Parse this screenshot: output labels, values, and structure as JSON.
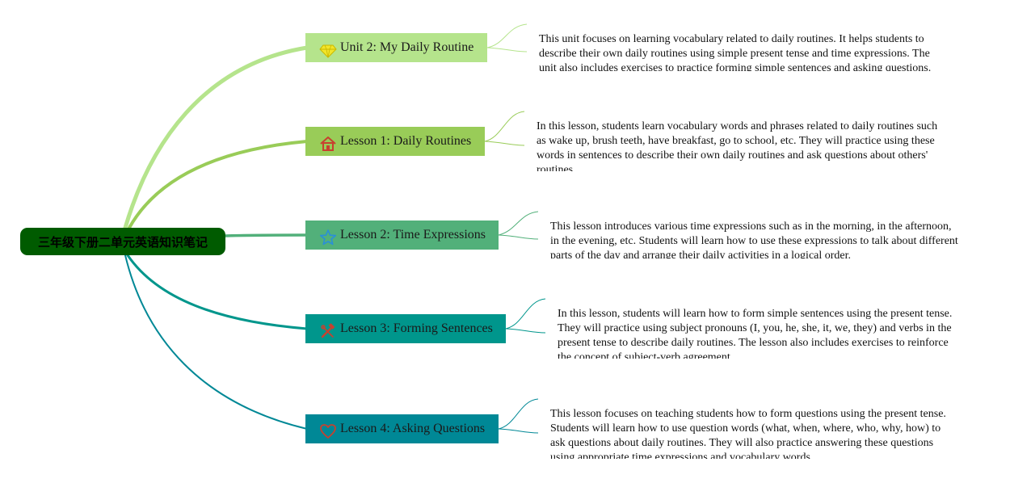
{
  "root": {
    "title": "三年级下册二单元英语知识笔记",
    "color": "#005b00"
  },
  "topics": [
    {
      "label": "Unit 2: My Daily Routine",
      "icon": "diamond-icon",
      "color": "#b5e48c",
      "note": "This unit focuses on learning vocabulary related to daily routines. It helps students to describe their own daily routines using simple present tense and time expressions. The unit also includes exercises to practice forming simple sentences and asking questions."
    },
    {
      "label": "Lesson 1: Daily Routines",
      "icon": "house-icon",
      "color": "#99cc58",
      "note": "In this lesson, students learn vocabulary words and phrases related to daily routines such as wake up, brush teeth, have breakfast, go to school, etc. They will practice using these words in sentences to describe their own daily routines and ask questions about others' routines."
    },
    {
      "label": "Lesson 2: Time Expressions",
      "icon": "star-icon",
      "color": "#52b07a",
      "note": "This lesson introduces various time expressions such as in the morning, in the afternoon, in the evening, etc. Students will learn how to use these expressions to talk about different parts of the day and arrange their daily activities in a logical order."
    },
    {
      "label": "Lesson 3: Forming Sentences",
      "icon": "tools-icon",
      "color": "#00968c",
      "note": "In this lesson, students will learn how to form simple sentences using the present tense. They will practice using subject pronouns (I, you, he, she, it, we, they) and verbs in the present tense to describe daily routines. The lesson also includes exercises to reinforce the concept of subject-verb agreement."
    },
    {
      "label": "Lesson 4: Asking Questions",
      "icon": "heart-icon",
      "color": "#008896",
      "note": "This lesson focuses on teaching students how to form questions using the present tense. Students will learn how to use question words (what, when, where, who, why, how) to ask questions about daily routines. They will also practice answering these questions using appropriate time expressions and vocabulary words."
    }
  ]
}
